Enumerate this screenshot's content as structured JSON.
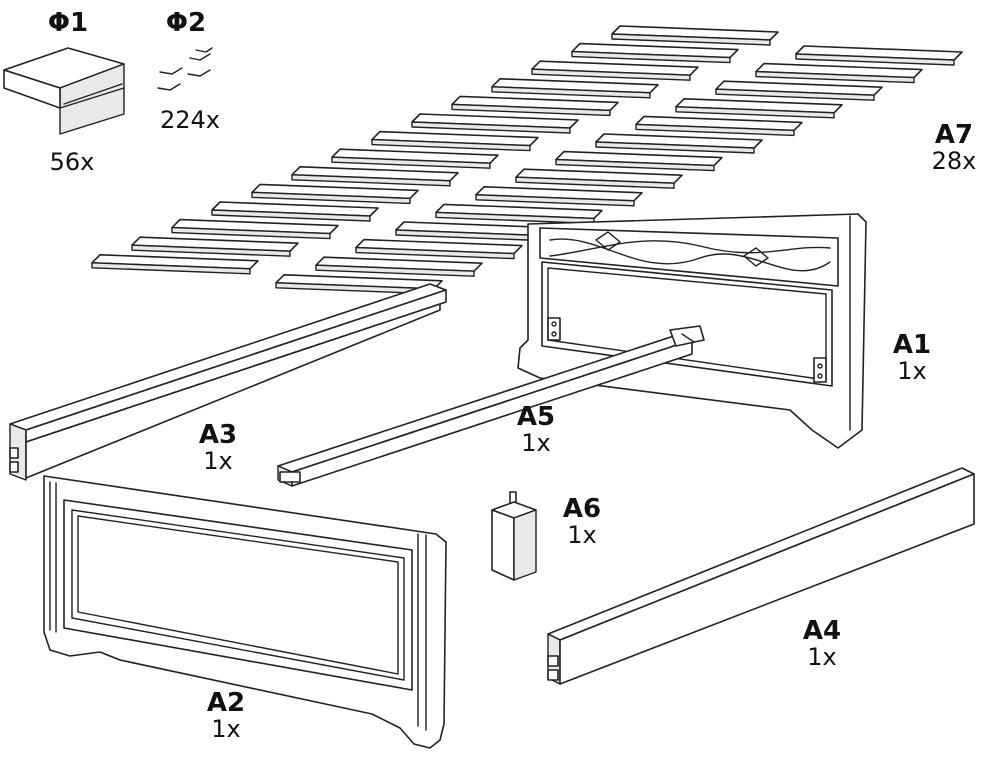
{
  "parts": [
    {
      "id": "phi1",
      "code": "Φ1",
      "qty": "56x"
    },
    {
      "id": "phi2",
      "code": "Φ2",
      "qty": "224x"
    },
    {
      "id": "a1",
      "code": "A1",
      "qty": "1x"
    },
    {
      "id": "a2",
      "code": "A2",
      "qty": "1x"
    },
    {
      "id": "a3",
      "code": "A3",
      "qty": "1x"
    },
    {
      "id": "a4",
      "code": "A4",
      "qty": "1x"
    },
    {
      "id": "a5",
      "code": "A5",
      "qty": "1x"
    },
    {
      "id": "a6",
      "code": "A6",
      "qty": "1x"
    },
    {
      "id": "a7",
      "code": "A7",
      "qty": "28x"
    }
  ]
}
